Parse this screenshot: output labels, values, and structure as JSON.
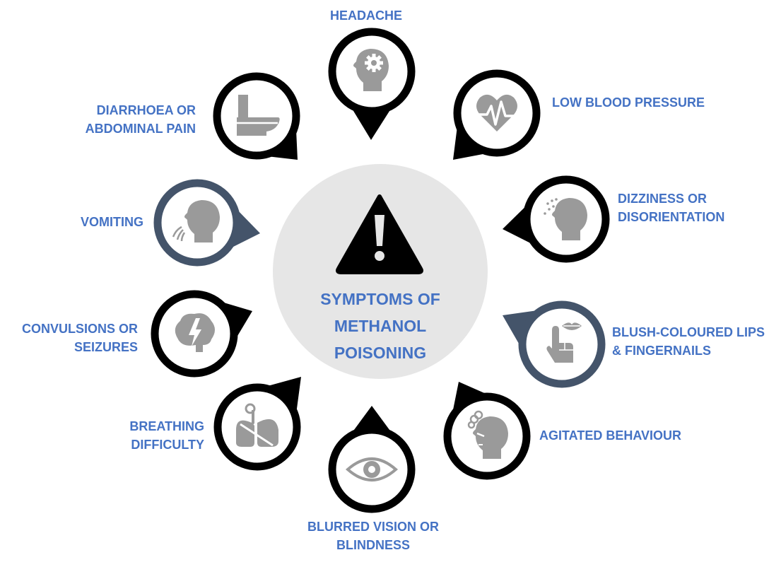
{
  "center": {
    "title_lines": [
      "SYMPTOMS OF",
      "METHANOL",
      "POISONING"
    ]
  },
  "colors": {
    "label_blue": "#4472c4",
    "ring_black": "#000000",
    "ring_slate": "#44546a",
    "icon_gray": "#9a9a9a",
    "center_fill": "#e6e6e6"
  },
  "symptoms": [
    {
      "id": "headache",
      "icon": "head-gear-icon",
      "ring": "black",
      "lines": [
        "HEADACHE"
      ]
    },
    {
      "id": "low-blood-pressure",
      "icon": "heart-pulse-icon",
      "ring": "black",
      "lines": [
        "LOW BLOOD PRESSURE"
      ]
    },
    {
      "id": "dizziness",
      "icon": "dizzy-head-icon",
      "ring": "black",
      "lines": [
        "DIZZINESS OR",
        "DISORIENTATION"
      ]
    },
    {
      "id": "blush-lips",
      "icon": "finger-lips-icon",
      "ring": "slate",
      "lines": [
        "BLUSH-COLOURED LIPS",
        "& FINGERNAILS"
      ]
    },
    {
      "id": "agitated",
      "icon": "angry-head-icon",
      "ring": "black",
      "lines": [
        "AGITATED BEHAVIOUR"
      ]
    },
    {
      "id": "blurred-vision",
      "icon": "eye-icon",
      "ring": "black",
      "lines": [
        "BLURRED VISION OR",
        "BLINDNESS"
      ]
    },
    {
      "id": "breathing",
      "icon": "lungs-icon",
      "ring": "black",
      "lines": [
        "BREATHING",
        "DIFFICULTY"
      ]
    },
    {
      "id": "convulsions",
      "icon": "brain-bolt-icon",
      "ring": "black",
      "lines": [
        "CONVULSIONS OR",
        "SEIZURES"
      ]
    },
    {
      "id": "vomiting",
      "icon": "vomit-head-icon",
      "ring": "slate",
      "lines": [
        "VOMITING"
      ]
    },
    {
      "id": "diarrhoea",
      "icon": "toilet-icon",
      "ring": "black",
      "lines": [
        "DIARRHOEA  OR",
        "ABDOMINAL PAIN"
      ]
    }
  ]
}
